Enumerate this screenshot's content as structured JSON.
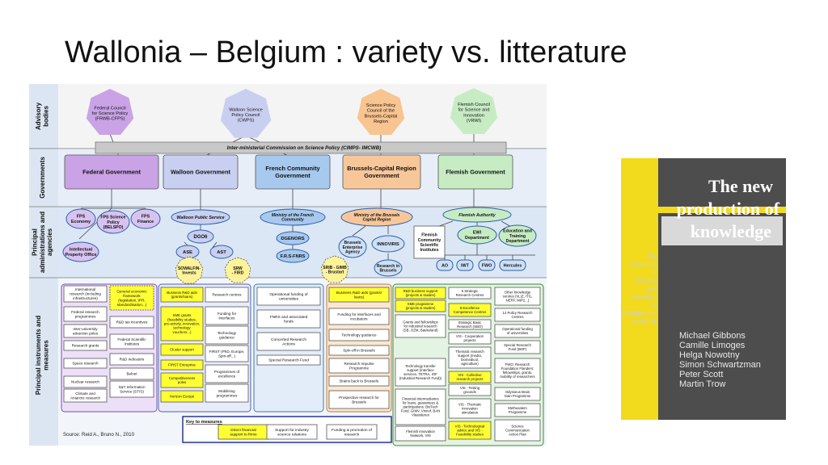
{
  "title": {
    "bold_part": "Wallonia – Belgium",
    "rest": " : variety vs. litterature"
  },
  "diagram": {
    "row_labels": {
      "advisory": [
        "Advisory",
        "bodies"
      ],
      "governments": [
        "Governments"
      ],
      "administrations": [
        "Principal",
        "administrations and",
        "agencies"
      ],
      "instruments": [
        "Principal instruments and",
        "measures"
      ]
    },
    "advisory_bodies": [
      [
        "Federal Council",
        "for Science Policy",
        "(FRWB-CFPS)"
      ],
      [
        "Walloon Science",
        "Policy Council",
        "(CWPS)"
      ],
      [
        "Science Policy",
        "Council of the",
        "Brussels-Capital",
        "Region"
      ],
      [
        "Flemish Council",
        "for Science and",
        "Innovation",
        "(VRWI)"
      ]
    ],
    "commission": "Inter-ministerial Commission on Science Policy (CIMPS- IMCWB)",
    "governments": {
      "federal": "Federal Government",
      "walloon": "Walloon Government",
      "french_community": [
        "French Community",
        "Government"
      ],
      "brussels": [
        "Brussels-Capital Region",
        "Government"
      ],
      "flemish": "Flemish Government"
    },
    "agencies": {
      "fps_economy": [
        "FPS",
        "Economy"
      ],
      "fps_science": [
        "FPS Science",
        "Policy",
        "(BELSPO)"
      ],
      "fps_finance": [
        "FPS",
        "Finance"
      ],
      "ipo": [
        "Intellectual",
        "Property Office"
      ],
      "walloon_ps": "Walloon Public Service",
      "dgo6": "DGO6",
      "ase": "ASE",
      "ast": "AST",
      "sowalfin": [
        "SOWALFIN-",
        "Invests"
      ],
      "srw": [
        "SRW",
        "- FIRD"
      ],
      "ministry_french": [
        "Ministry of the French",
        "Community"
      ],
      "dgenors": "DGENORS",
      "frs": "F.R.S-FNRS",
      "ministry_brussels": [
        "Ministry of the Brussels",
        "Capital Region"
      ],
      "bea": [
        "Brussels",
        "Enterprise",
        "Agency"
      ],
      "innoviris": "INNOVIRIS",
      "srib": [
        "SRIB - GIMB",
        "- Brustart"
      ],
      "rib": [
        "Research in",
        "Brussels"
      ],
      "flemish_authority": "Flemish Authority",
      "fcsi": [
        "Flemish",
        "Community",
        "Scientific",
        "Institutes"
      ],
      "ewi": [
        "EWI",
        "Department"
      ],
      "edu": [
        "Education and",
        "Training",
        "Department"
      ],
      "ao": "AO",
      "iwt": "IWT",
      "fwo": "FWO",
      "hercules": "Hercules"
    },
    "federal_left": [
      [
        "International",
        "research (including",
        "infrastructures)"
      ],
      [
        "Federal research",
        "programmes"
      ],
      [
        "Inter-university",
        "attraction poles"
      ],
      [
        "Research grants"
      ],
      [
        "Space research"
      ],
      [
        "Nuclear research"
      ],
      [
        "Climate and",
        "Antarctic research"
      ]
    ],
    "federal_right": [
      [
        "General economic",
        "framework",
        "(legislation, IPR,",
        "standardisation...)"
      ],
      [
        "R&D tax incentives"
      ],
      [
        "Federal Scientific",
        "Institutes"
      ],
      [
        "R&D indicators"
      ],
      [
        "Belnet"
      ],
      [
        "S&T Information",
        "Service (STIS)"
      ]
    ],
    "walloon_left": [
      [
        "Business R&D aids",
        "(grants/loans)"
      ],
      [
        "SME grants",
        "(feasibility studies,",
        "pre-activity, innovation,",
        "technology",
        "vouchers...)"
      ],
      [
        "Cluster support"
      ],
      [
        "FIRST Entreprise"
      ],
      [
        "Competitiveness",
        "poles"
      ],
      [
        "Horizon Europe"
      ]
    ],
    "walloon_right": [
      [
        "Research centres"
      ],
      [
        "Funding for",
        "interfaces"
      ],
      [
        "Technology",
        "guidance"
      ],
      [
        "FIRST (PhD, Europe,",
        "Spin-off...)"
      ],
      [
        "Programmes of",
        "excellence"
      ],
      [
        "Mobilising",
        "programmes"
      ]
    ],
    "french_col": [
      [
        "Operational funding of",
        "universities"
      ],
      [
        "FNRS and associated",
        "funds"
      ],
      [
        "Concerted Research",
        "Actions"
      ],
      [
        "Special Research Fund"
      ]
    ],
    "brussels_col": [
      [
        "Business R&D aids (grants/",
        "loans)"
      ],
      [
        "Funding for interfaces and",
        "incubators"
      ],
      [
        "Technology guidance"
      ],
      [
        "Spin-off in Brussels"
      ],
      [
        "Research Impulse",
        "Programme"
      ],
      [
        "Brains back to Brussels"
      ],
      [
        "Prospective research for",
        "Brussels"
      ]
    ],
    "flemish_a": [
      [
        "R&D business support",
        "(projects & studies)"
      ],
      [
        "SME programme",
        "(projects & studies)"
      ],
      [
        "Grants and fellowships",
        "for industrial research",
        "(SB, OZM, Baekeland)"
      ],
      [
        "Technology transfer",
        "support (interface",
        "services, TETRA, IOF",
        "(Industrial Research Fund))"
      ],
      [
        "Financial intermediaries",
        "for loans, guarantees &",
        "participations: BioTech",
        "Fund, GIMV, Vinnof, BAN",
        "Vlaanderen"
      ],
      [
        "Flemish innovation",
        "Network, VIN"
      ]
    ],
    "flemish_b": [
      [
        "6 Strategic",
        "Research Centres"
      ],
      [
        "8 Excellence",
        "Competence Centres"
      ],
      [
        "Strategic Basic",
        "Research (SBO)"
      ],
      [
        "VIS - Cooperation",
        "projects"
      ],
      [
        "Thematic research",
        "support (media,",
        "biomedical,",
        "agriculture)"
      ],
      [
        "VIS - Collective",
        "research projects"
      ],
      [
        "VIS - Testing",
        "grounds"
      ],
      [
        "VIS - Thematic",
        "innovation",
        "stimulation"
      ],
      [
        "VIS - Technological",
        "advice and VIS -",
        "Feasibility studies"
      ]
    ],
    "flemish_c": [
      [
        "Other knowledge",
        "centres (VLIZ, ITG,",
        "NERF, MIP2...)"
      ],
      [
        "14 Policy Research",
        "Centres"
      ],
      [
        "Operational funding",
        "of universities"
      ],
      [
        "Special Research",
        "Fund (BOF)"
      ],
      [
        "FWO: Research",
        "Foundation Flanders:",
        "fellowships, grants,",
        "mobility of researchers"
      ],
      [
        "Odysseus Brain",
        "Gain Programme"
      ],
      [
        "Methusalem",
        "Programme"
      ],
      [
        "Science",
        "Communication",
        "Action Plan"
      ]
    ],
    "legend": {
      "title": "Key to measures",
      "items": [
        [
          "Direct financial",
          "support to firms"
        ],
        [
          "Support for industry",
          "science relations"
        ],
        [
          "Funding & promotion of",
          "research"
        ]
      ]
    },
    "source": "Source: Reid A., Bruno N., 2010"
  },
  "book": {
    "title_lines": [
      "The new",
      "production of",
      "knowledge"
    ],
    "subtitle_lines": [
      "The",
      "dynamics",
      "of",
      "science",
      "and",
      "research",
      "in",
      "contemporary",
      "societies"
    ],
    "authors": [
      "Michael Gibbons",
      "Camille Limoges",
      "Helga Nowotny",
      "Simon Schwartzman",
      "Peter Scott",
      "Martin Trow"
    ]
  },
  "colors": {
    "federal": "#c9a3e6",
    "walloon": "#c9cff0",
    "french": "#a8c9ee",
    "brussels": "#f7c79a",
    "flemish": "#c7ecc4",
    "direct_support": "#ffff33",
    "commission_bar": "#c8c8c8",
    "advisory_brussels": "#f8c48f",
    "book_accent": "#f2da1c"
  }
}
